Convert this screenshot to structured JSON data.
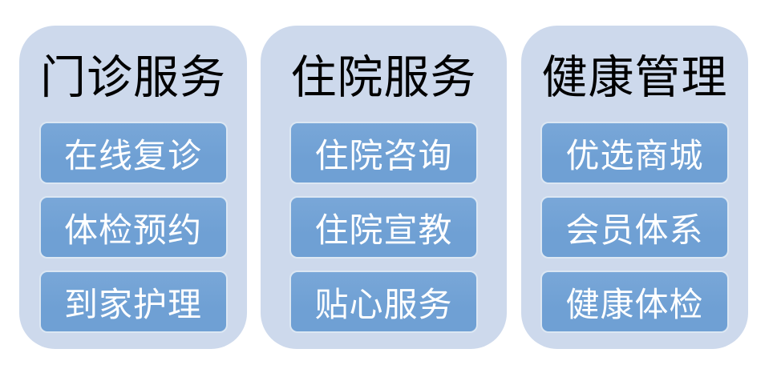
{
  "colors": {
    "page_bg": "#ffffff",
    "card_bg": "#cdd9ec",
    "button_bg": "#6fa0d4",
    "button_bg_top": "#79a7d8",
    "button_border": "#dce7f3",
    "title_color": "#000000",
    "button_text_color": "#ffffff"
  },
  "columns": [
    {
      "title": "门诊服务",
      "items": [
        "在线复诊",
        "体检预约",
        "到家护理"
      ]
    },
    {
      "title": "住院服务",
      "items": [
        "住院咨询",
        "住院宣教",
        "贴心服务"
      ]
    },
    {
      "title": "健康管理",
      "items": [
        "优选商城",
        "会员体系",
        "健康体检"
      ]
    }
  ]
}
